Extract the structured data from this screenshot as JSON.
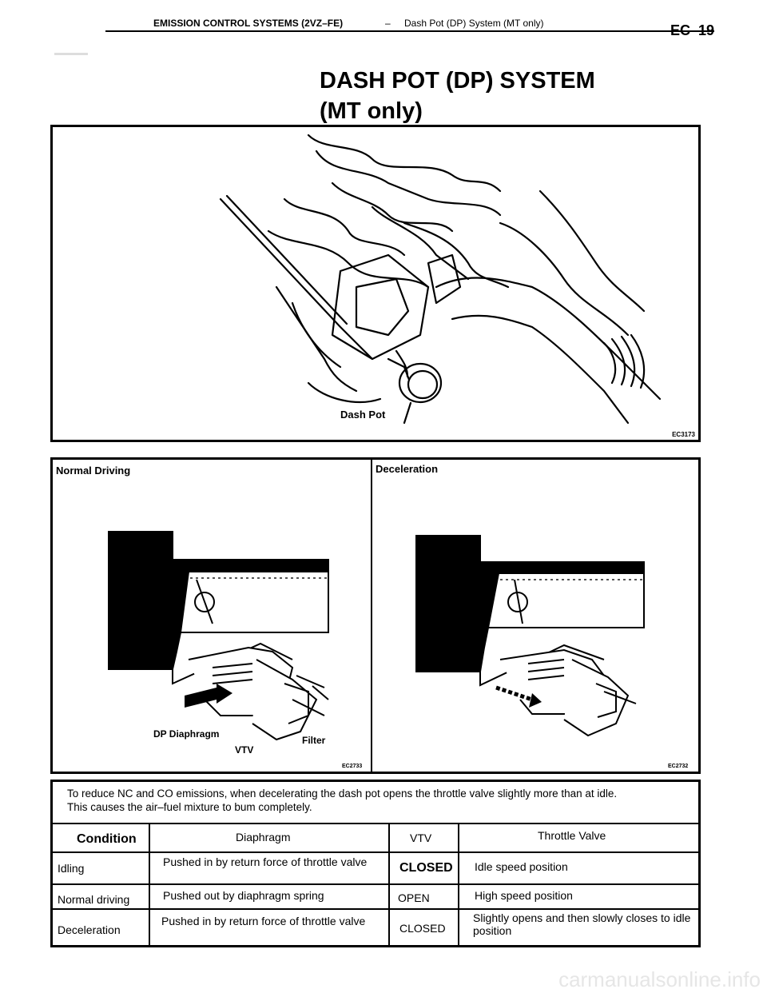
{
  "header": {
    "section": "EMISSION CONTROL SYSTEMS (2VZ–FE)",
    "dash": "–",
    "subsection": "Dash Pot (DP) System (MT only)",
    "page_code": "EC–19"
  },
  "title": {
    "line1": "DASH POT (DP) SYSTEM",
    "line2": "(MT only)"
  },
  "figure1": {
    "callout": "Dash Pot",
    "code": "EC3173"
  },
  "figure2": {
    "left_heading": "Normal Driving",
    "right_heading": "Deceleration",
    "label_diaphragm": "DP Diaphragm",
    "label_vtv": "VTV",
    "label_filter": "Filter",
    "code_left": "EC2733",
    "code_right": "EC2732"
  },
  "description": {
    "line1": "To reduce NC and CO emissions, when decelerating the dash pot opens the throttle valve slightly more than at idle.",
    "line2": "This causes the air–fuel mixture to bum completely."
  },
  "table": {
    "headers": [
      "Condition",
      "Diaphragm",
      "VTV",
      "Throttle Valve"
    ],
    "rows": [
      [
        "Idling",
        "Pushed in by return force of throttle valve",
        "CLOSED",
        "Idle speed position"
      ],
      [
        "Normal driving",
        "Pushed out by diaphragm spring",
        "OPEN",
        "High speed position"
      ],
      [
        "Deceleration",
        "Pushed in by return force of throttle valve",
        "CLOSED",
        "Slightly opens and then slowly closes to idle position"
      ]
    ]
  },
  "footer": "carmanualsonline.info"
}
